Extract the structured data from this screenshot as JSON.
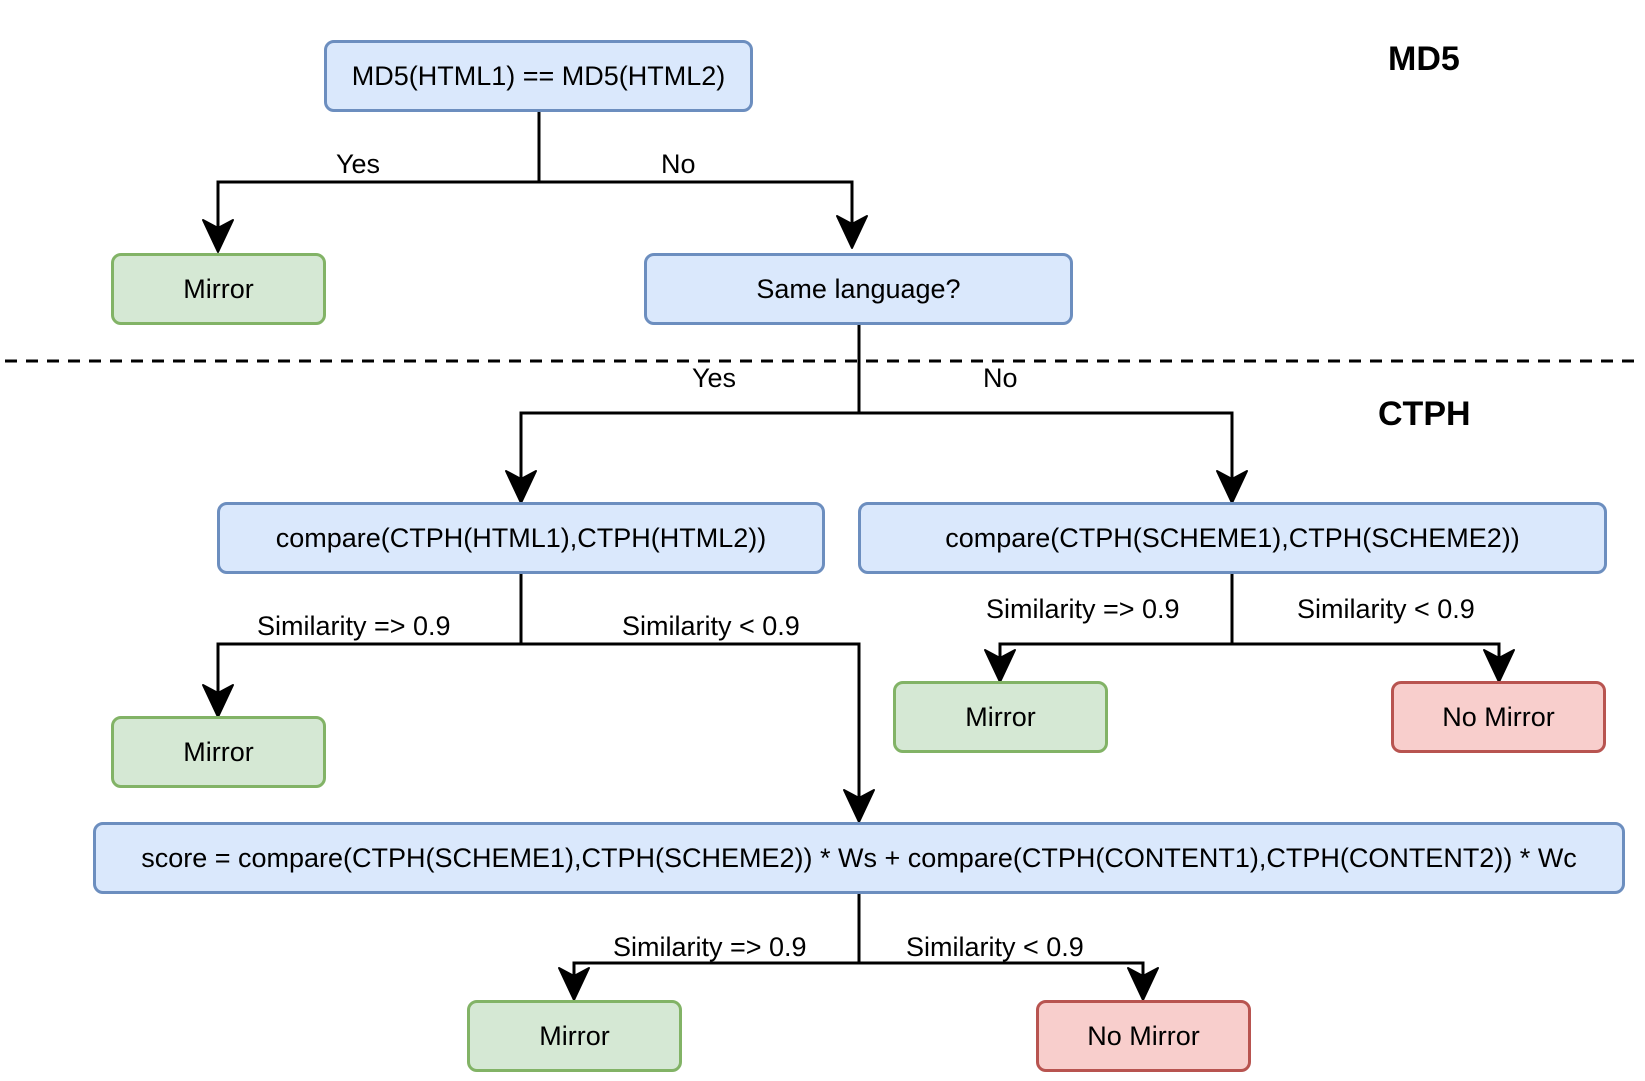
{
  "sections": {
    "md5": "MD5",
    "ctph": "CTPH"
  },
  "nodes": {
    "md5_check": "MD5(HTML1) == MD5(HTML2)",
    "mirror_md5": "Mirror",
    "same_language": "Same language?",
    "compare_html": "compare(CTPH(HTML1),CTPH(HTML2))",
    "compare_scheme": "compare(CTPH(SCHEME1),CTPH(SCHEME2))",
    "mirror_html": "Mirror",
    "mirror_scheme": "Mirror",
    "no_mirror_scheme": "No Mirror",
    "score": "score = compare(CTPH(SCHEME1),CTPH(SCHEME2)) * Ws + compare(CTPH(CONTENT1),CTPH(CONTENT2)) * Wc",
    "mirror_score": "Mirror",
    "no_mirror_score": "No Mirror"
  },
  "edges": {
    "md5_yes": "Yes",
    "md5_no": "No",
    "lang_yes": "Yes",
    "lang_no": "No",
    "html_high": "Similarity => 0.9",
    "html_low": "Similarity < 0.9",
    "scheme_high": "Similarity => 0.9",
    "scheme_low": "Similarity < 0.9",
    "score_high": "Similarity => 0.9",
    "score_low": "Similarity < 0.9"
  },
  "colors": {
    "decision_fill": "#dae8fc",
    "decision_stroke": "#6c8ebf",
    "mirror_fill": "#d5e8d4",
    "mirror_stroke": "#82b366",
    "no_mirror_fill": "#f8cecc",
    "no_mirror_stroke": "#b85450"
  }
}
